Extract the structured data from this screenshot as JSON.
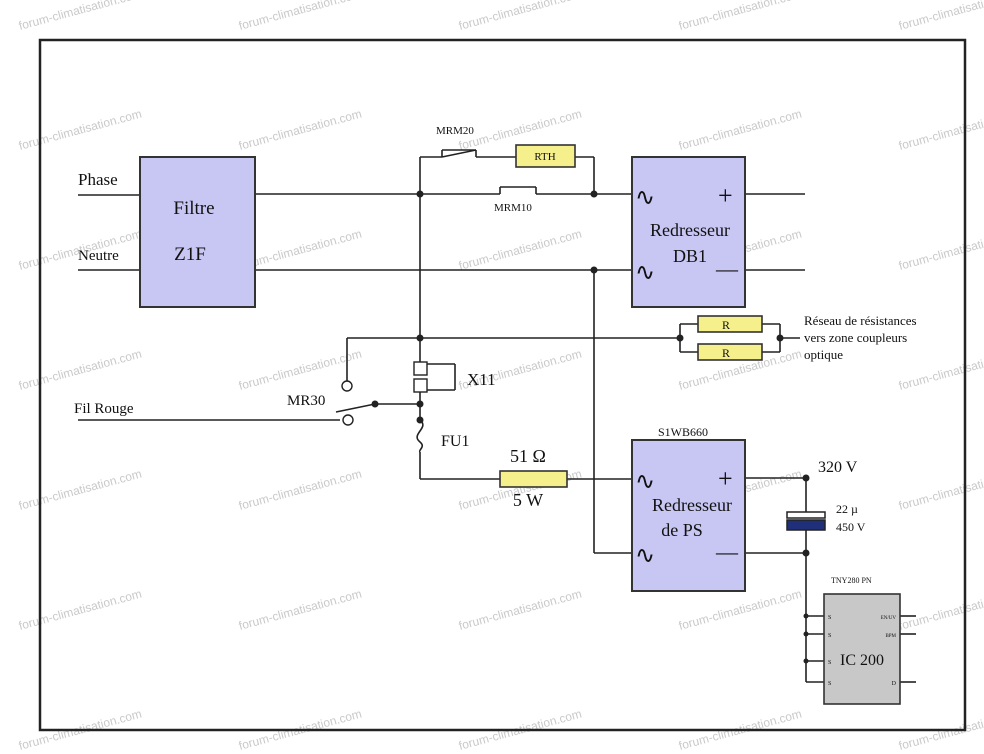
{
  "watermark": "forum-climatisation.com",
  "labels": {
    "phase": "Phase",
    "neutre": "Neutre",
    "fil_rouge": "Fil Rouge",
    "mrm20": "MRM20",
    "mrm10": "MRM10",
    "rth": "RTH",
    "mr30": "MR30",
    "x11": "X11",
    "fu1": "FU1",
    "res_value": "51 Ω",
    "res_power": "5 W",
    "v320": "320 V",
    "cap_value": "22 µ",
    "cap_voltage": "450 V",
    "network_line1": "Réseau de résistances",
    "network_line2": "vers zone coupleurs",
    "network_line3": "optique",
    "r_top": "R",
    "r_bottom": "R"
  },
  "blocks": {
    "filter": {
      "line1": "Filtre",
      "line2": "Z1F"
    },
    "db1": {
      "line1": "Redresseur",
      "line2": "DB1",
      "plus": "+",
      "minus": "—",
      "ac": "∿"
    },
    "ps": {
      "header": "S1WB660",
      "line1": "Redresseur",
      "line2": "de PS",
      "plus": "+",
      "minus": "—",
      "ac": "∿"
    },
    "ic": {
      "header": "TNY280 PN",
      "label": "IC 200",
      "pin_s": "S",
      "pin_right1": "EN/UV",
      "pin_right2": "BPM",
      "pin_right3": "D"
    }
  },
  "colors": {
    "block_fill": "#c8c6f2",
    "resistor_fill": "#f6f08c",
    "capacitor_fill": "#1f2f7a",
    "chip_fill": "#c8c8c8"
  }
}
